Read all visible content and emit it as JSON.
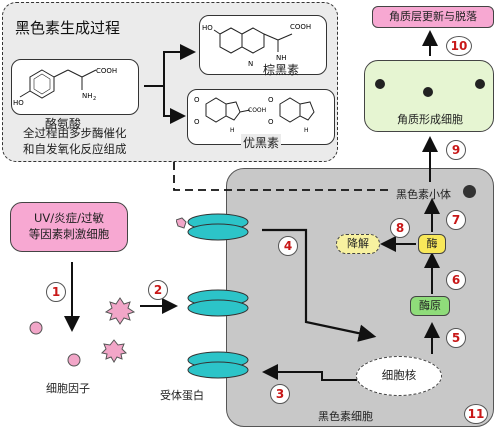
{
  "panel": {
    "title": "黑色素生成过程",
    "tyrosine": "酪氨酸",
    "eumelanin": "棕黑素",
    "pheomelanin": "优黑素",
    "note_line1": "全过程由多步酶催化",
    "note_line2": "和自发氧化反应组成"
  },
  "stimulus": {
    "line1": "UV/炎症/过敏",
    "line2": "等因素刺激细胞"
  },
  "labels": {
    "cytokine": "细胞因子",
    "receptor": "受体蛋白",
    "melanocyte": "黑色素细胞",
    "nucleus": "细胞核",
    "enzyme_precursor": "酶原",
    "enzyme": "酶",
    "degrade": "降解",
    "melanosome": "黑色素小体",
    "keratinocyte": "角质形成细胞",
    "renewal": "角质层更新与脱落"
  },
  "steps": [
    "1",
    "2",
    "3",
    "4",
    "5",
    "6",
    "7",
    "8",
    "9",
    "10",
    "11"
  ],
  "colors": {
    "pink": "#f7a8d2",
    "teal": "#2cc4c8",
    "green": "#8fdc7a",
    "yellow": "#f8e85a",
    "cell": "#c8c8c8",
    "step_red": "#c81818"
  }
}
